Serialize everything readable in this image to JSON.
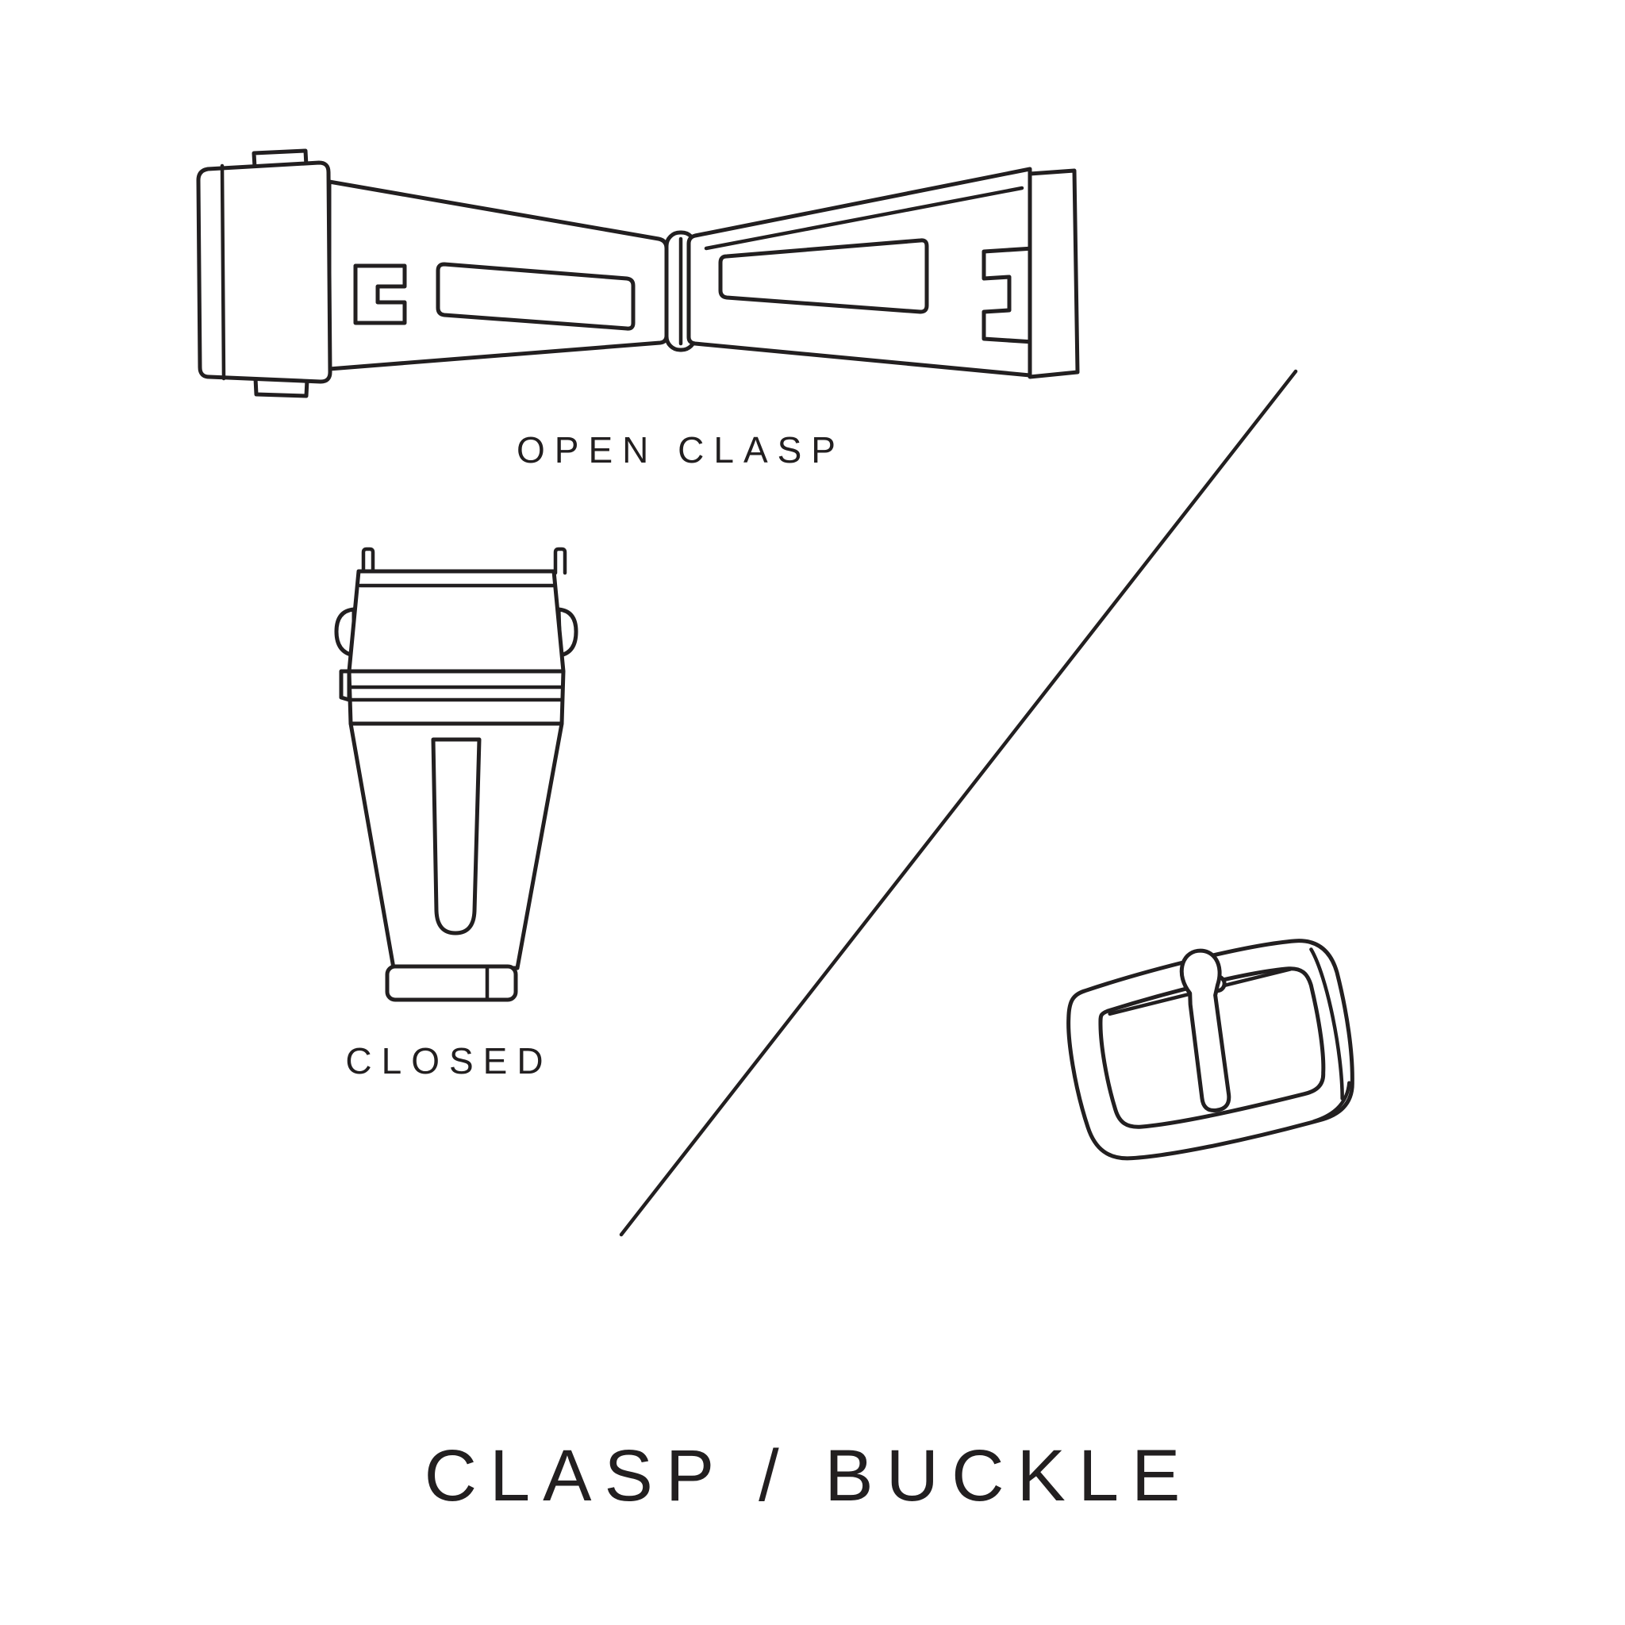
{
  "title": "CLASP / BUCKLE",
  "labels": {
    "open_clasp": "OPEN CLASP",
    "closed": "CLOSED"
  },
  "figures": {
    "open_clasp": "open-clasp-illustration",
    "closed_clasp": "closed-clasp-illustration",
    "buckle": "pin-buckle-illustration",
    "divider": "diagonal-divider-line"
  },
  "colors": {
    "ink": "#221f20",
    "background": "#ffffff"
  }
}
